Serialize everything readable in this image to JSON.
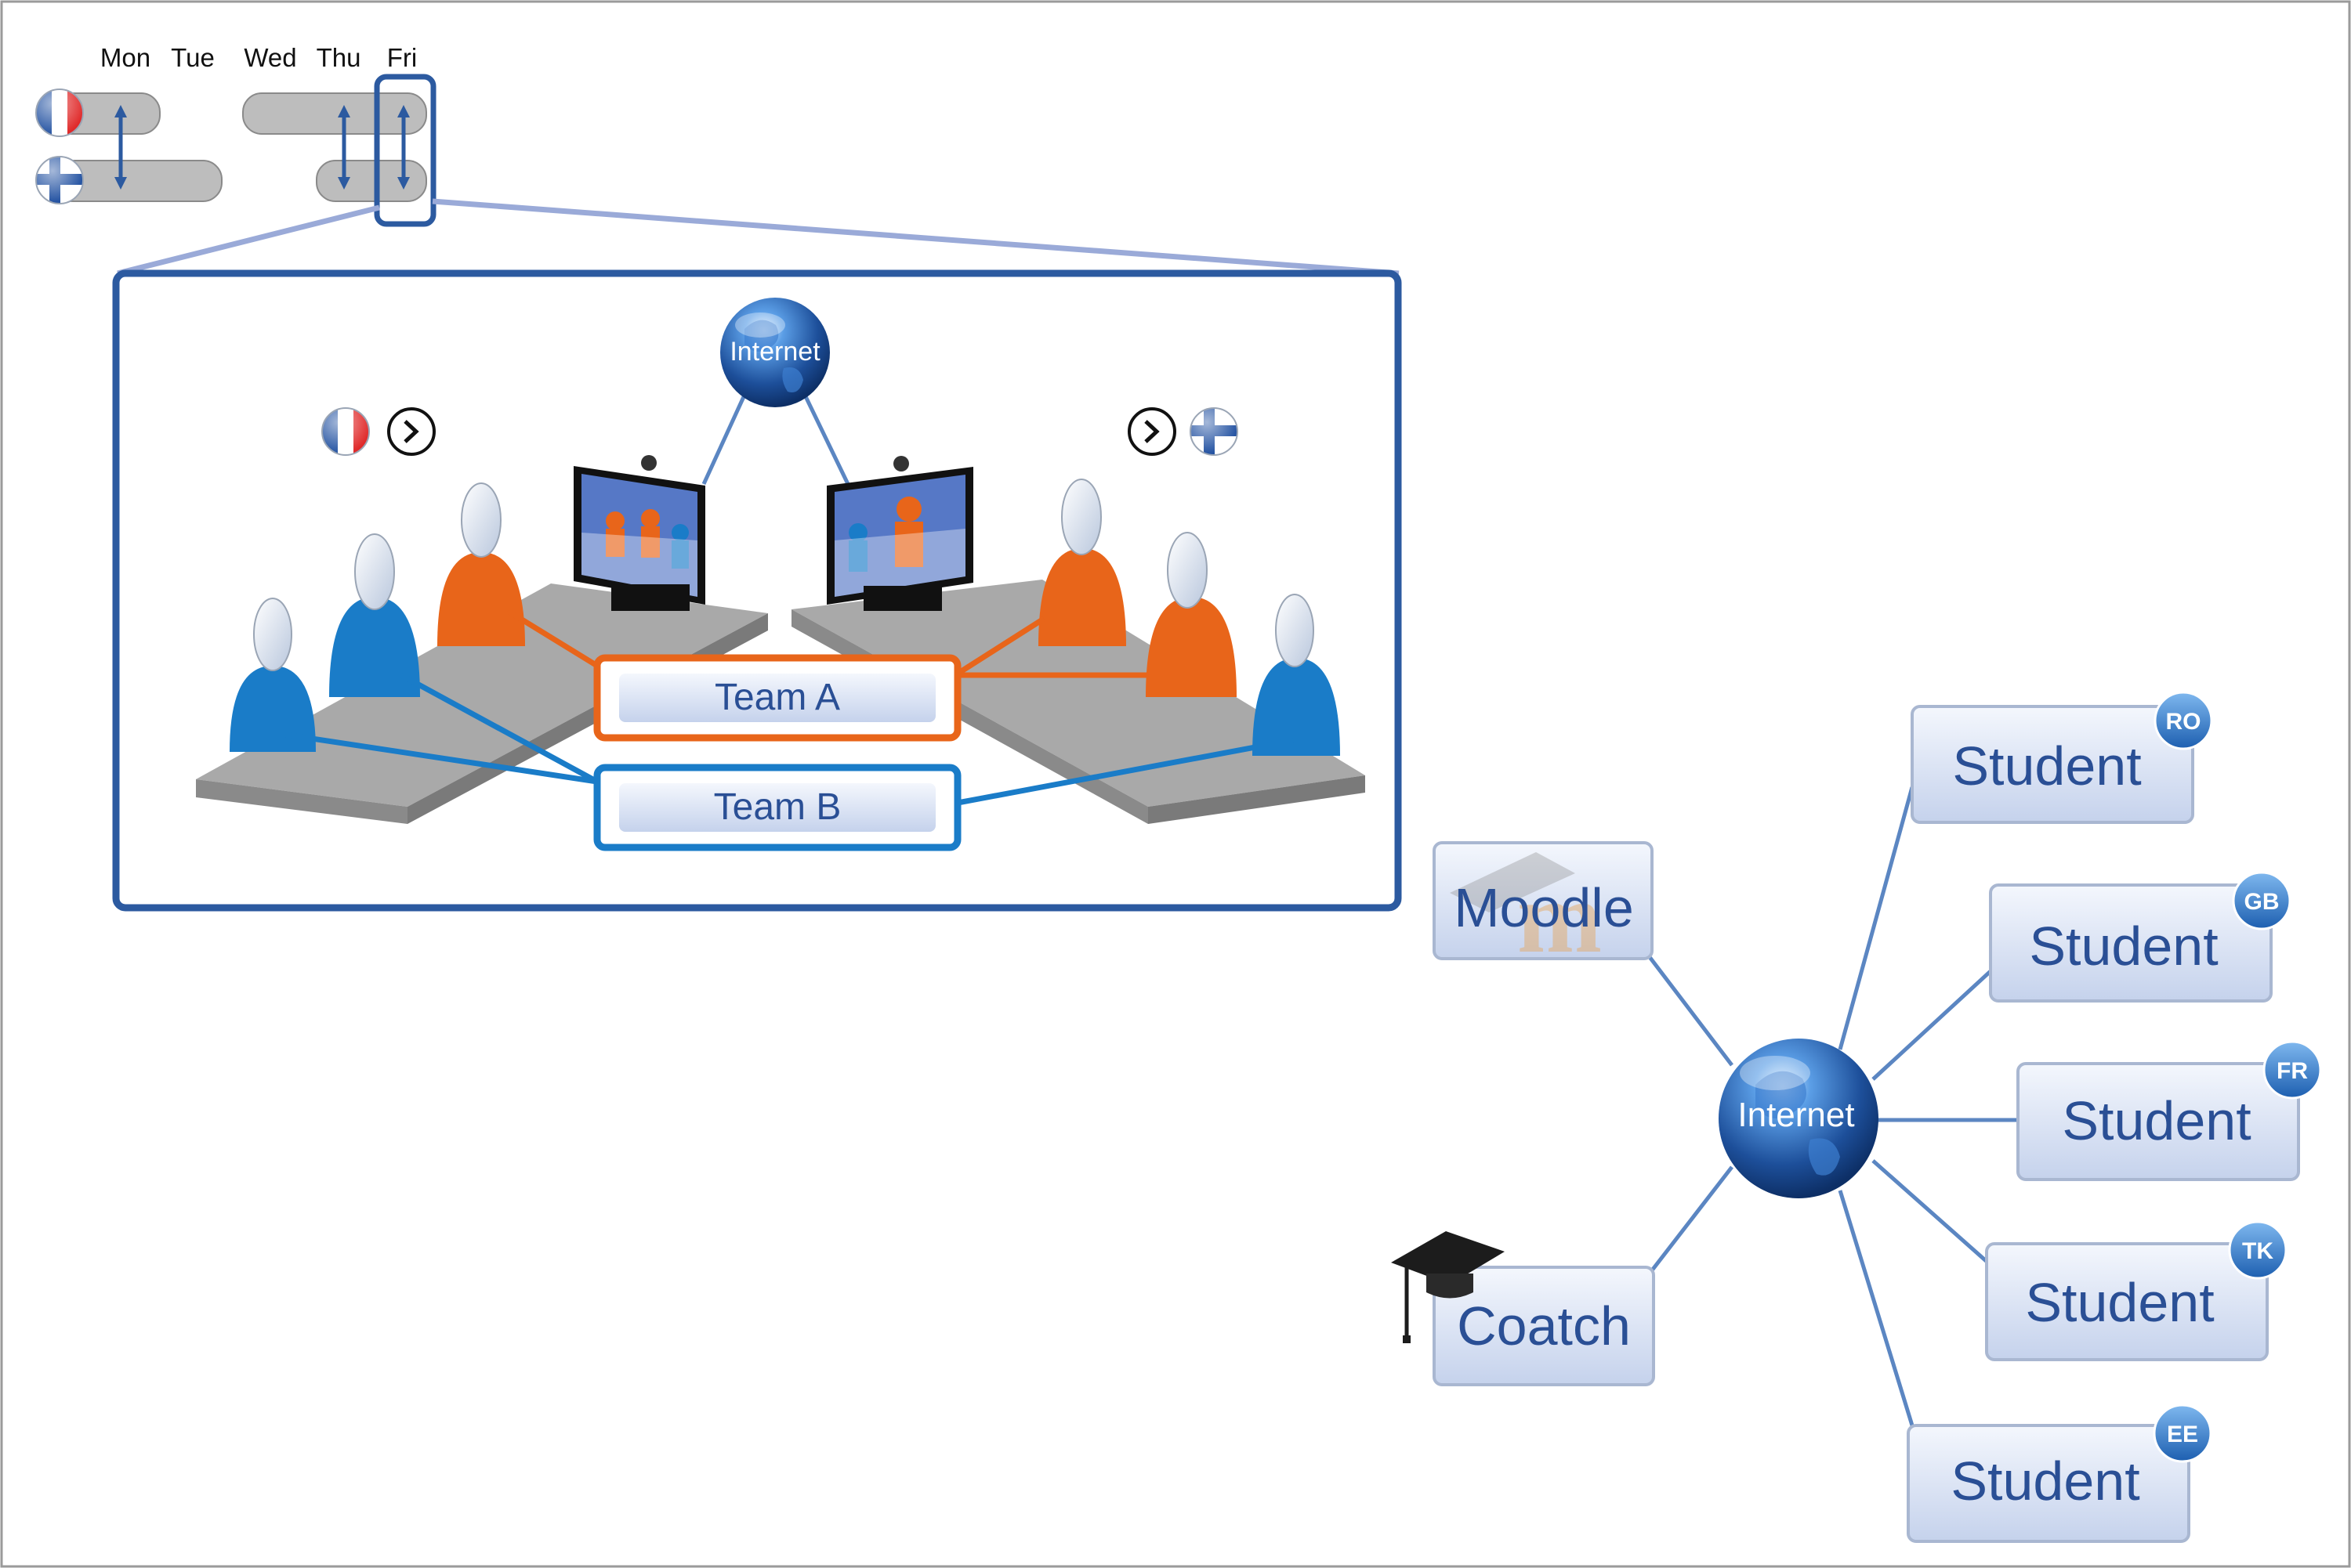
{
  "schedule": {
    "days": [
      "Mon",
      "Tue",
      "Wed",
      "Thu",
      "Fri"
    ],
    "flags": [
      "france-flag",
      "finland-flag"
    ]
  },
  "meeting": {
    "internet_label": "Internet",
    "team_a_label": "Team A",
    "team_b_label": "Team B",
    "colors": {
      "team_a": "#e8651a",
      "team_b": "#1a7cc8",
      "frame": "#2c5aa0"
    }
  },
  "network": {
    "internet_label": "Internet",
    "moodle_label": "Moodle",
    "coach_label": "Coatch",
    "students": [
      {
        "label": "Student",
        "badge": "RO"
      },
      {
        "label": "Student",
        "badge": "GB"
      },
      {
        "label": "Student",
        "badge": "FR"
      },
      {
        "label": "Student",
        "badge": "TK"
      },
      {
        "label": "Student",
        "badge": "EE"
      }
    ],
    "colors": {
      "box_text": "#2a4f95",
      "line": "#5b86c2"
    }
  },
  "icons": [
    "clock-icon",
    "graduation-cap-icon",
    "globe-icon",
    "video-monitor-icon",
    "person-icon"
  ]
}
